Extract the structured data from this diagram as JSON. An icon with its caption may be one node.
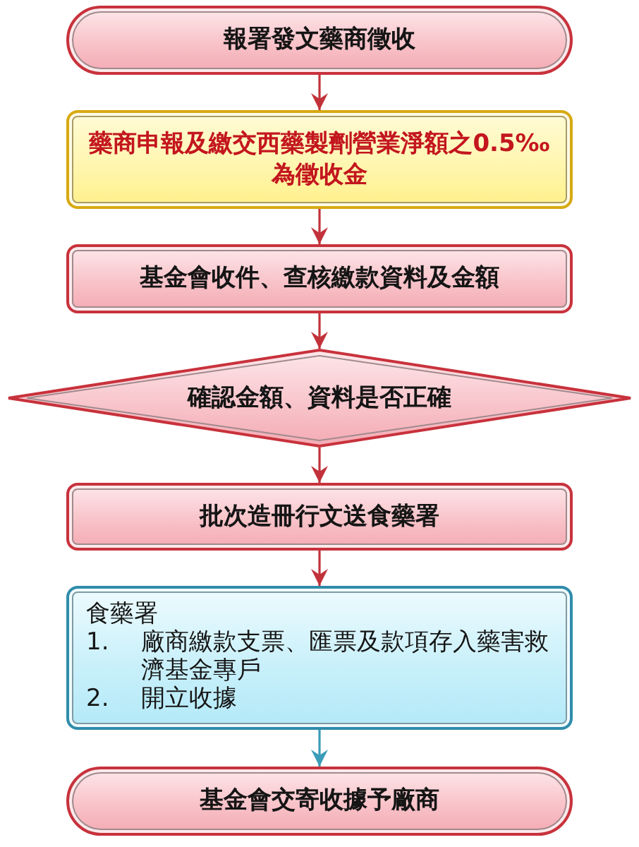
{
  "diagram": {
    "nodes": [
      {
        "text": [
          "報署發文藥商徵收"
        ]
      },
      {
        "text": [
          "藥商申報及繳交西藥製劑營業淨額之0.5‰為徵收金"
        ]
      },
      {
        "text": [
          "基金會收件、查核繳款資料及金額"
        ]
      },
      {
        "text": [
          "確認金額、資料是否正確"
        ]
      },
      {
        "text": [
          "批次造冊行文送食藥署"
        ]
      },
      {
        "text": [
          "食藥署",
          "1.",
          "廠商繳款支票、匯票及款項存入藥害救濟基金專戶",
          "2.",
          "開立收據"
        ]
      },
      {
        "text": [
          "基金會交寄收據予廠商"
        ]
      }
    ],
    "edges": [
      {
        "from": 0,
        "to": 1,
        "arrow": "to"
      },
      {
        "from": 1,
        "to": 2,
        "arrow": "to"
      },
      {
        "from": 2,
        "to": 3,
        "arrow": "to"
      },
      {
        "from": 3,
        "to": 4,
        "arrow": "to"
      },
      {
        "from": 4,
        "to": 5,
        "arrow": "to"
      },
      {
        "from": 5,
        "to": 6,
        "arrow": "to",
        "color": "#3a9cb8"
      }
    ]
  }
}
